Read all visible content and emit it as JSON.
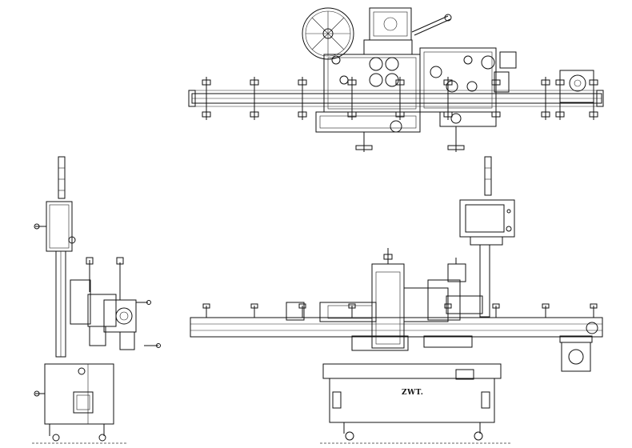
{
  "drawing": {
    "views": [
      "top-view",
      "side-view",
      "front-view"
    ],
    "machine_brand_text": "ZWT."
  },
  "front_view": {
    "conveyor_roller_count": 8
  },
  "top_view": {
    "conveyor_roller_count": 10
  }
}
